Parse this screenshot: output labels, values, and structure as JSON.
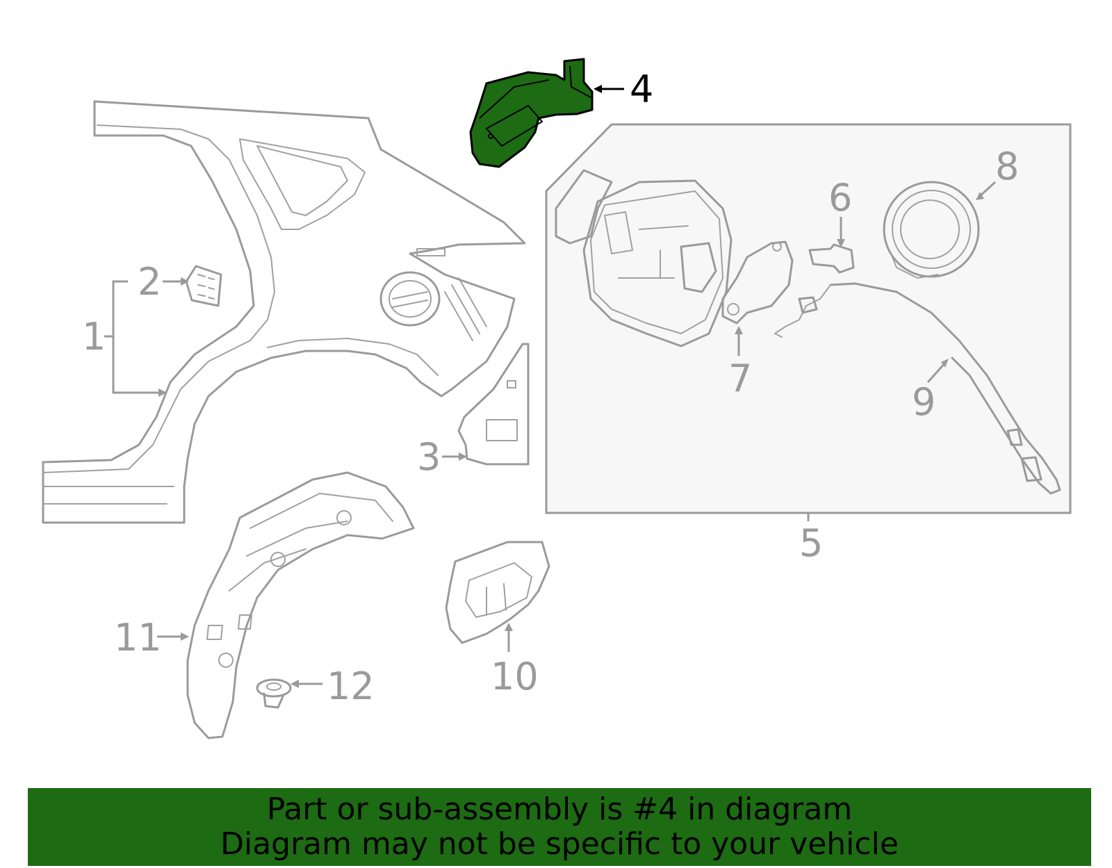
{
  "highlight_color": "#1d6b12",
  "callouts": [
    {
      "id": "1",
      "label": "1",
      "highlighted": false
    },
    {
      "id": "2",
      "label": "2",
      "highlighted": false
    },
    {
      "id": "3",
      "label": "3",
      "highlighted": false
    },
    {
      "id": "4",
      "label": "4",
      "highlighted": true
    },
    {
      "id": "5",
      "label": "5",
      "highlighted": false
    },
    {
      "id": "6",
      "label": "6",
      "highlighted": false
    },
    {
      "id": "7",
      "label": "7",
      "highlighted": false
    },
    {
      "id": "8",
      "label": "8",
      "highlighted": false
    },
    {
      "id": "9",
      "label": "9",
      "highlighted": false
    },
    {
      "id": "10",
      "label": "10",
      "highlighted": false
    },
    {
      "id": "11",
      "label": "11",
      "highlighted": false
    },
    {
      "id": "12",
      "label": "12",
      "highlighted": false
    }
  ],
  "banner": {
    "line1": "Part or sub-assembly is #4 in diagram",
    "line2": "Diagram may not be specific to your vehicle"
  }
}
